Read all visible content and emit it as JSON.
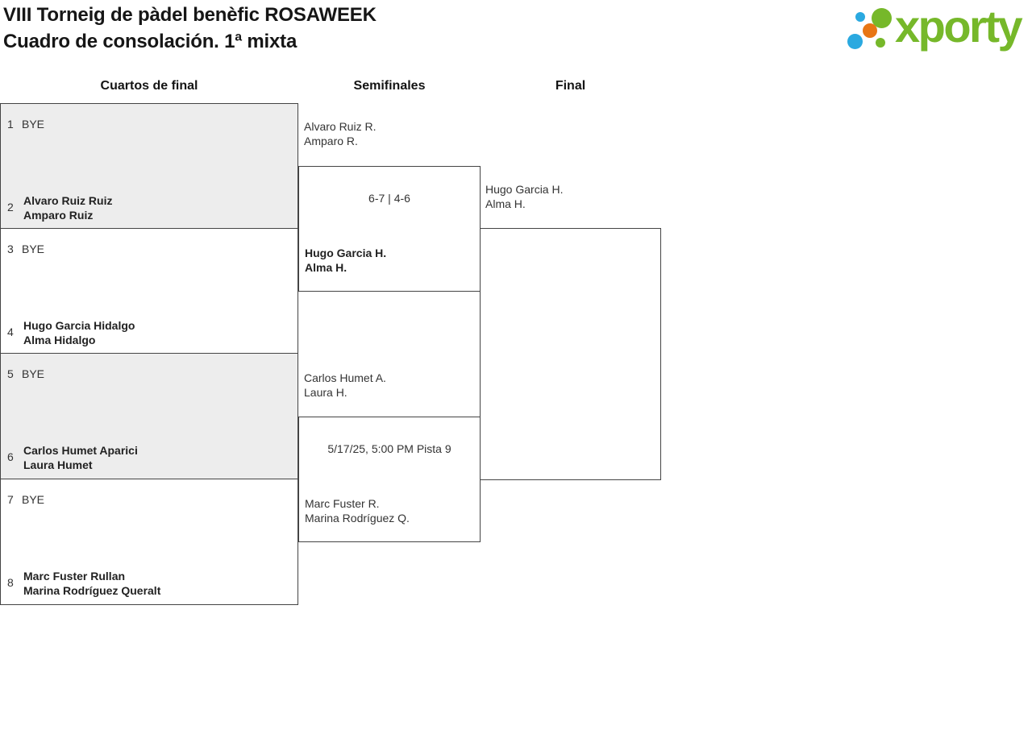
{
  "header": {
    "title_line1": "VIII Torneig de pàdel benèfic ROSAWEEK",
    "title_line2": "Cuadro de consolación. 1ª mixta"
  },
  "logo": {
    "brand": "xporty",
    "green": "#76b82a",
    "blue": "#2aa9e0",
    "orange": "#e87614"
  },
  "columns": {
    "quarterfinals": "Cuartos de final",
    "semifinals": "Semifinales",
    "final": "Final"
  },
  "quarterfinals": [
    {
      "top_seed": "1",
      "top_name": "BYE",
      "bottom_seed": "2",
      "bottom_name1": "Alvaro Ruiz Ruiz",
      "bottom_name2": "Amparo Ruiz"
    },
    {
      "top_seed": "3",
      "top_name": "BYE",
      "bottom_seed": "4",
      "bottom_name1": "Hugo Garcia Hidalgo",
      "bottom_name2": "Alma Hidalgo"
    },
    {
      "top_seed": "5",
      "top_name": "BYE",
      "bottom_seed": "6",
      "bottom_name1": "Carlos Humet Aparici",
      "bottom_name2": "Laura Humet"
    },
    {
      "top_seed": "7",
      "top_name": "BYE",
      "bottom_seed": "8",
      "bottom_name1": "Marc Fuster Rullan",
      "bottom_name2": "Marina Rodríguez Queralt"
    }
  ],
  "semifinals": [
    {
      "team1_line1": "Alvaro Ruiz R.",
      "team1_line2": "Amparo R.",
      "center_text": "6-7 | 4-6",
      "team2_line1": "Hugo Garcia H.",
      "team2_line2": "Alma H.",
      "team2_winner": true
    },
    {
      "team1_line1": "Carlos Humet A.",
      "team1_line2": "Laura H.",
      "center_text": "5/17/25, 5:00 PM Pista 9",
      "team2_line1": "Marc Fuster R.",
      "team2_line2": "Marina Rodríguez Q.",
      "team2_winner": false
    }
  ],
  "final": {
    "team1_line1": "Hugo Garcia H.",
    "team1_line2": "Alma H."
  },
  "colors": {
    "box_shaded": "#ededed",
    "box_border": "#444444"
  }
}
